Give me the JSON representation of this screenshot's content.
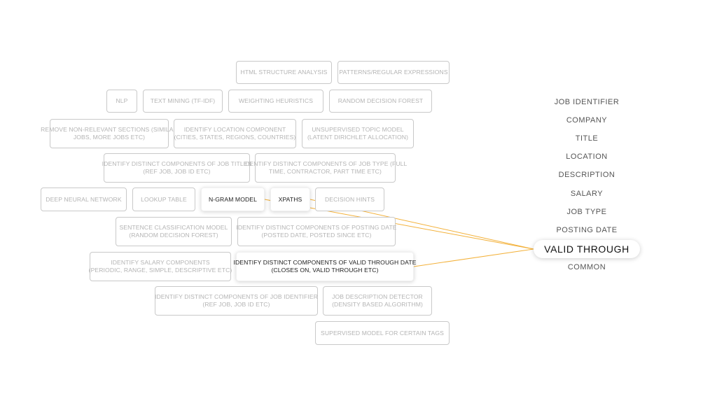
{
  "techniques": [
    {
      "id": "html_structure",
      "lines": [
        "HTML STRUCTURE ANALYSIS"
      ],
      "active": false
    },
    {
      "id": "patterns_regex",
      "lines": [
        "PATTERNS/REGULAR EXPRESSIONS"
      ],
      "active": false
    },
    {
      "id": "nlp",
      "lines": [
        "NLP"
      ],
      "active": false
    },
    {
      "id": "text_mining",
      "lines": [
        "TEXT MINING (TF-IDF)"
      ],
      "active": false
    },
    {
      "id": "weighting_heuristics",
      "lines": [
        "WEIGHTING HEURISTICS"
      ],
      "active": false
    },
    {
      "id": "random_decision_forest",
      "lines": [
        "RANDOM DECISION FOREST"
      ],
      "active": false
    },
    {
      "id": "remove_sections",
      "lines": [
        "REMOVE NON-RELEVANT SECTIONS (SIMILAR",
        "JOBS, MORE JOBS ETC)"
      ],
      "active": false
    },
    {
      "id": "location_component",
      "lines": [
        "IDENTIFY LOCATION COMPONENT",
        "(CITIES, STATES, REGIONS, COUNTRIES)"
      ],
      "active": false
    },
    {
      "id": "topic_model",
      "lines": [
        "UNSUPERVISED TOPIC MODEL",
        "(LATENT DIRICHLET ALLOCATION)"
      ],
      "active": false
    },
    {
      "id": "job_titles",
      "lines": [
        "IDENTIFY DISTINCT COMPONENTS OF JOB TITLES",
        "(REF JOB, JOB ID ETC)"
      ],
      "active": false
    },
    {
      "id": "job_type",
      "lines": [
        "IDENTIFY DISTINCT COMPONENTS OF JOB TYPE (FULL",
        "TIME, CONTRACTOR, PART TIME ETC)"
      ],
      "active": false
    },
    {
      "id": "deep_neural_network",
      "lines": [
        "DEEP NEURAL NETWORK"
      ],
      "active": false
    },
    {
      "id": "lookup_table",
      "lines": [
        "LOOKUP TABLE"
      ],
      "active": false
    },
    {
      "id": "ngram_model",
      "lines": [
        "N-GRAM MODEL"
      ],
      "active": true
    },
    {
      "id": "xpaths",
      "lines": [
        "XPATHS"
      ],
      "active": true
    },
    {
      "id": "decision_hints",
      "lines": [
        "DECISION HINTS"
      ],
      "active": false
    },
    {
      "id": "sentence_classification",
      "lines": [
        "SENTENCE CLASSIFICATION MODEL",
        "(RANDOM DECISION FOREST)"
      ],
      "active": false
    },
    {
      "id": "posting_date",
      "lines": [
        "IDENTIFY DISTINCT COMPONENTS OF POSTING DATE",
        "(POSTED DATE, POSTED SINCE ETC)"
      ],
      "active": false
    },
    {
      "id": "salary_components",
      "lines": [
        "IDENTIFY SALARY COMPONENTS",
        "(PERIODIC, RANGE, SIMPLE, DESCRIPTIVE ETC)"
      ],
      "active": false
    },
    {
      "id": "valid_through_date",
      "lines": [
        "IDENTIFY DISTINCT COMPONENTS OF VALID THROUGH DATE",
        "(CLOSES ON, VALID THROUGH ETC)"
      ],
      "active": true
    },
    {
      "id": "job_identifier",
      "lines": [
        "IDENTIFY DISTINCT COMPONENTS OF JOB IDENTIFIER",
        "(REF JOB, JOB ID ETC)"
      ],
      "active": false
    },
    {
      "id": "job_description_detector",
      "lines": [
        "JOB DESCRIPTION DETECTOR",
        "(DENSITY BASED ALGORITHM)"
      ],
      "active": false
    },
    {
      "id": "supervised_model",
      "lines": [
        "SUPERVISED MODEL FOR CERTAIN TAGS"
      ],
      "active": false
    }
  ],
  "fields": [
    {
      "id": "job_identifier",
      "label": "JOB IDENTIFIER",
      "selected": false
    },
    {
      "id": "company",
      "label": "COMPANY",
      "selected": false
    },
    {
      "id": "title",
      "label": "TITLE",
      "selected": false
    },
    {
      "id": "location",
      "label": "LOCATION",
      "selected": false
    },
    {
      "id": "description",
      "label": "DESCRIPTION",
      "selected": false
    },
    {
      "id": "salary",
      "label": "SALARY",
      "selected": false
    },
    {
      "id": "job_type",
      "label": "JOB TYPE",
      "selected": false
    },
    {
      "id": "posting_date",
      "label": "POSTING DATE",
      "selected": false
    },
    {
      "id": "valid_through",
      "label": "VALID THROUGH",
      "selected": true
    },
    {
      "id": "common",
      "label": "COMMON",
      "selected": false
    }
  ],
  "connections": [
    {
      "from": "ngram_model",
      "to": "valid_through"
    },
    {
      "from": "xpaths",
      "to": "valid_through"
    },
    {
      "from": "valid_through_date",
      "to": "valid_through"
    }
  ],
  "colors": {
    "connector": "#f3b13a",
    "inactive_text": "#b4b4b4",
    "inactive_border": "#c9c9c9",
    "active_text": "#1c1c1c"
  }
}
